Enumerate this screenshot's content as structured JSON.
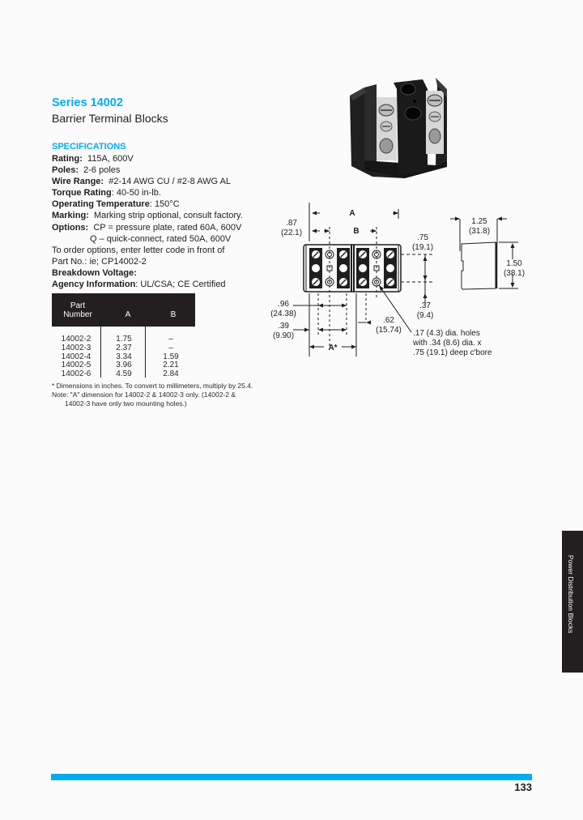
{
  "header": {
    "series_title": "Series 14002",
    "subtitle": "Barrier Terminal Blocks"
  },
  "specifications": {
    "heading": "SPECIFICATIONS",
    "rating": {
      "label": "Rating:",
      "value": "115A, 600V"
    },
    "poles": {
      "label": "Poles:",
      "value": "2-6 poles"
    },
    "wire_range": {
      "label": "Wire Range:",
      "value": "#2-14 AWG CU / #2-8 AWG AL"
    },
    "torque_rating": {
      "label": "Torque Rating",
      "value": ":  40-50 in-lb."
    },
    "operating_temperature": {
      "label": "Operating Temperature",
      "value": ":  150°C"
    },
    "marking": {
      "label": "Marking:",
      "value": "Marking strip optional, consult factory."
    },
    "options": {
      "label": "Options:",
      "value_1": "CP = pressure plate, rated 60A, 600V",
      "value_2": "Q – quick-connect, rated 50A, 600V"
    },
    "order_note_1": "To order options, enter letter code in front of",
    "order_note_2": "Part No.:  ie; CP14002-2",
    "breakdown_voltage": {
      "label": "Breakdown Voltage:",
      "value": ""
    },
    "agency_information": {
      "label": "Agency Information",
      "value": ":  UL/CSA; CE Certified"
    }
  },
  "part_table": {
    "headers": {
      "part_line1": "Part",
      "part_line2": "Number",
      "a": "A",
      "b": "B"
    },
    "rows": [
      {
        "part": "14002-2",
        "a": "1.75",
        "b": "–"
      },
      {
        "part": "14002-3",
        "a": "2.37",
        "b": "–"
      },
      {
        "part": "14002-4",
        "a": "3.34",
        "b": "1.59"
      },
      {
        "part": "14002-5",
        "a": "3.96",
        "b": "2.21"
      },
      {
        "part": "14002-6",
        "a": "4.59",
        "b": "2.84"
      }
    ]
  },
  "notes": {
    "line1": "* Dimensions in inches. To convert to millimeters, multiply by 25.4.",
    "line2": "Note:  \"A\" dimension for 14002-2 & 14002-3 only. (14002-2 &",
    "line3": "14002-3 have only two mounting holes.)"
  },
  "drawing": {
    "dim_a": "A",
    "dim_b": "B",
    "dim_87": ".87",
    "dim_87_mm": "(22.1)",
    "dim_75": ".75",
    "dim_75_mm": "(19.1)",
    "dim_37": ".37",
    "dim_37_mm": "(9.4)",
    "dim_96": ".96",
    "dim_96_mm": "(24.38)",
    "dim_39": ".39",
    "dim_39_mm": "(9.90)",
    "dim_62": ".62",
    "dim_62_mm": "(15.74)",
    "dim_a_star": "A*",
    "hole_note_1": ".17 (4.3) dia. holes",
    "hole_note_2": "with .34 (8.6) dia. x",
    "hole_note_3": ".75 (19.1) deep c'bore",
    "side_width": "1.25",
    "side_width_mm": "(31.8)",
    "side_height": "1.50",
    "side_height_mm": "(38.1)"
  },
  "side_tab": {
    "label": "Power Distribution Blocks"
  },
  "footer": {
    "page_number": "133"
  },
  "colors": {
    "accent": "#00aeef",
    "dark": "#231f20"
  }
}
